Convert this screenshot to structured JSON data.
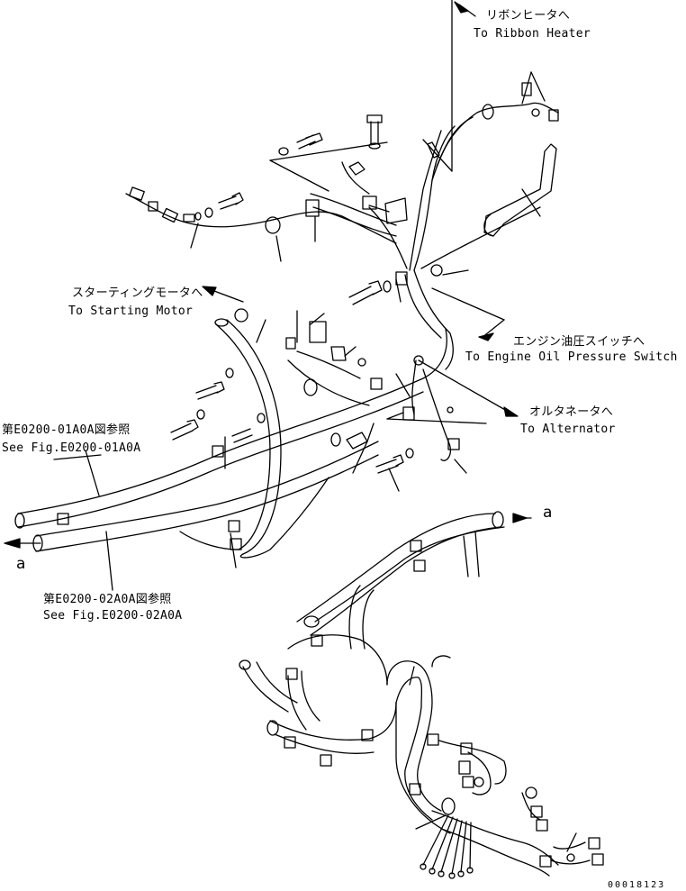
{
  "callouts": {
    "ribbon_heater_jp": "リボンヒータへ",
    "ribbon_heater_en": "To Ribbon Heater",
    "starting_motor_jp": "スターティングモータへ",
    "starting_motor_en": "To Starting Motor",
    "oil_pressure_jp": "エンジン油圧スイッチへ",
    "oil_pressure_en": "To Engine Oil Pressure Switch",
    "alternator_jp": "オルタネータへ",
    "alternator_en": "To Alternator",
    "fig1_jp": "第E0200-01A0A図参照",
    "fig1_en": "See Fig.E0200-01A0A",
    "fig2_jp": "第E0200-02A0A図参照",
    "fig2_en": "See Fig.E0200-02A0A",
    "ref_a_left": "a",
    "ref_a_right": "a"
  },
  "diagram_id": "00018123"
}
